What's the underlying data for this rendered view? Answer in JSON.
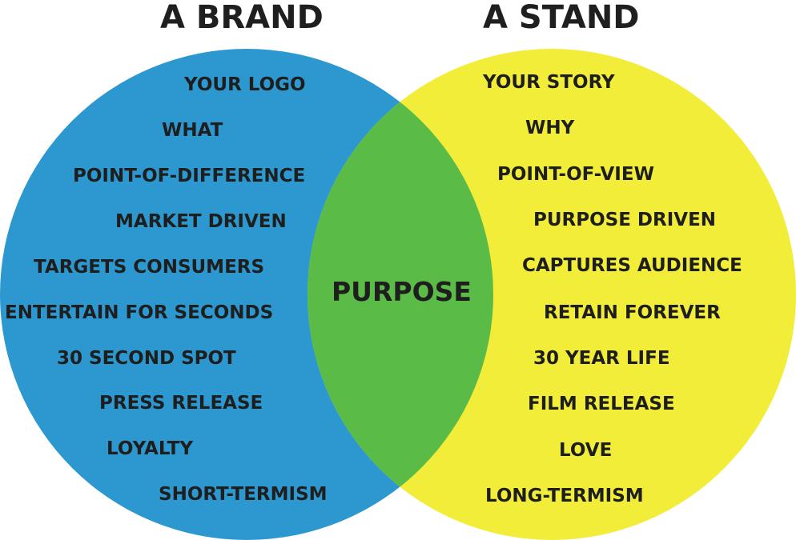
{
  "left_set": {
    "title": "A BRAND",
    "color": "#2d98cf",
    "items": [
      "YOUR LOGO",
      "WHAT",
      "POINT-OF-DIFFERENCE",
      "MARKET DRIVEN",
      "TARGETS CONSUMERS",
      "ENTERTAIN FOR SECONDS",
      "30 SECOND SPOT",
      "PRESS RELEASE",
      "LOYALTY",
      "SHORT-TERMISM"
    ]
  },
  "right_set": {
    "title": "A STAND",
    "color": "#f2ed38",
    "items": [
      "YOUR STORY",
      "WHY",
      "POINT-OF-VIEW",
      "PURPOSE DRIVEN",
      "CAPTURES AUDIENCE",
      "RETAIN FOREVER",
      "30 YEAR LIFE",
      "FILM RELEASE",
      "LOVE",
      "LONG-TERMISM"
    ]
  },
  "intersection": {
    "label": "PURPOSE",
    "color": "#5bbb47"
  }
}
